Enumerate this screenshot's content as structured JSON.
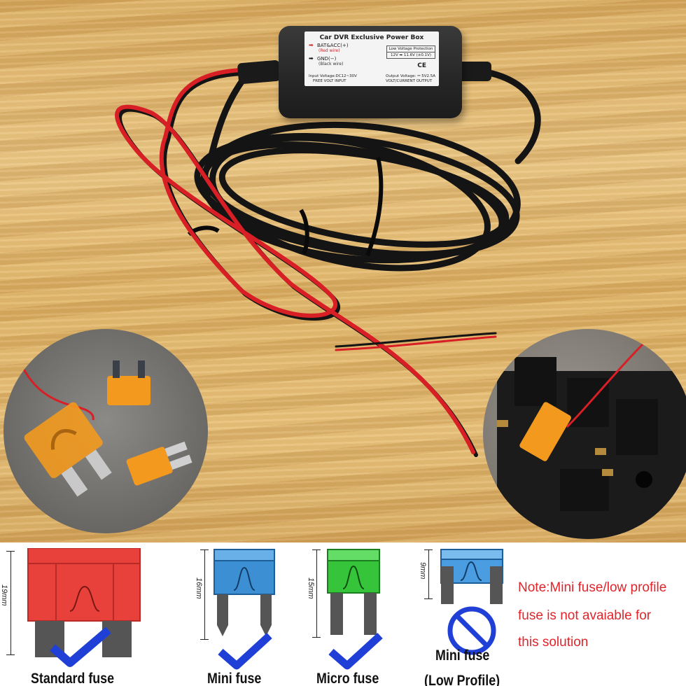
{
  "power_box": {
    "title": "Car DVR Exclusive Power Box",
    "bat_label": "BAT&ACC(+)",
    "bat_sub": "(Red wire)",
    "gnd_label": "GND(−)",
    "gnd_sub": "(Black wire)",
    "protect_title": "Low Voltage Protection",
    "protect_value": "12V ➡ 11.6V (±0.1V)",
    "ce": "CE",
    "input_voltage": "Input Voltage:DC12~30V",
    "output_voltage": "Output Voltage: ⎓ 5V2.5A",
    "input_caption": "FREE VOLT INPUT",
    "output_caption": "VOLT/CURRENT OUTPUT"
  },
  "fuses": [
    {
      "name": "Standard fuse",
      "dimension": "19mm",
      "color": "#e8413c",
      "status": "check"
    },
    {
      "name": "Mini fuse",
      "dimension": "16mm",
      "color": "#3d8fd4",
      "status": "check"
    },
    {
      "name": "Micro fuse",
      "dimension": "15mm",
      "color": "#35c43a",
      "status": "check"
    },
    {
      "name": "Mini fuse",
      "name_line2": "(Low Profile)",
      "dimension": "9mm",
      "color": "#4a9de0",
      "status": "prohibited"
    }
  ],
  "note": {
    "line1": "Note:Mini fuse/low profile",
    "line2": "fuse is not avaiable for",
    "line3": "this solution"
  },
  "colors": {
    "check": "#1f3fd6",
    "note": "#e0252b",
    "wire_red": "#d81f26",
    "wire_black": "#141414",
    "fuse_orange": "#f39a1e"
  }
}
